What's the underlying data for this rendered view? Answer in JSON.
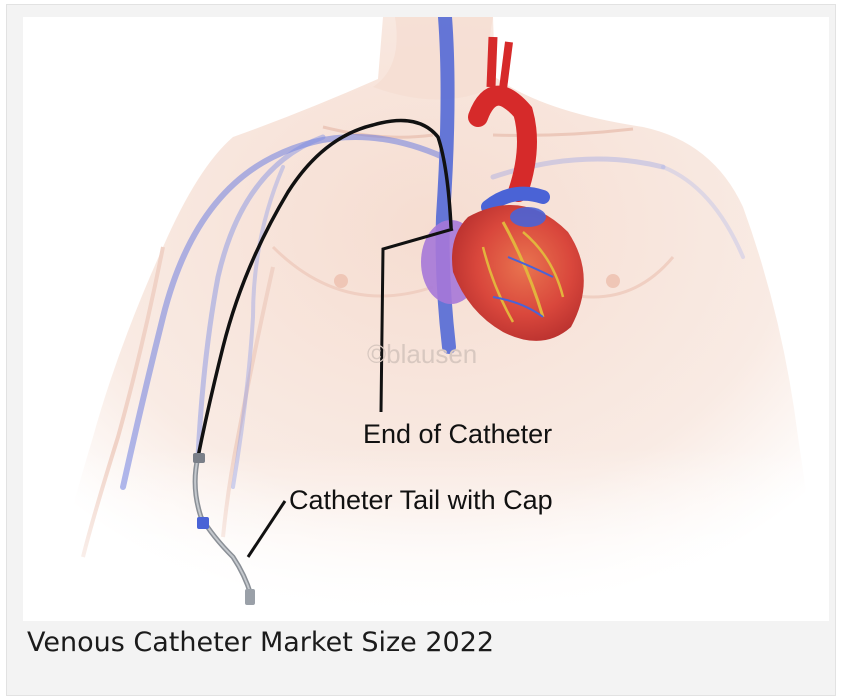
{
  "caption": "Venous Catheter Market Size 2022",
  "image": {
    "labels": {
      "end_of_catheter": "End of Catheter",
      "catheter_tail": "Catheter Tail with Cap"
    },
    "watermark": "©blausen"
  },
  "colors": {
    "skin": "#f7e2d8",
    "vein": "#4a63d6",
    "artery": "#d62a2a",
    "heart": "#e0534a",
    "catheter": "#111111",
    "card_bg": "#f3f3f3"
  }
}
